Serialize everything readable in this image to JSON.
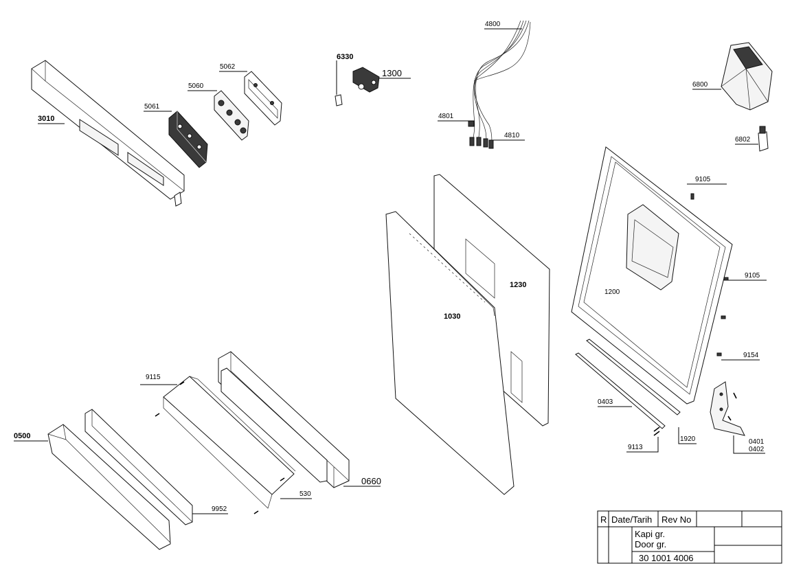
{
  "parts": [
    {
      "id": "p3010",
      "label": "3010"
    },
    {
      "id": "p5061",
      "label": "5061"
    },
    {
      "id": "p5060",
      "label": "5060"
    },
    {
      "id": "p5062",
      "label": "5062"
    },
    {
      "id": "p6330",
      "label": "6330"
    },
    {
      "id": "p1300",
      "label": "1300"
    },
    {
      "id": "p4800",
      "label": "4800"
    },
    {
      "id": "p4801",
      "label": "4801"
    },
    {
      "id": "p4810",
      "label": "4810"
    },
    {
      "id": "p6800",
      "label": "6800"
    },
    {
      "id": "p6802",
      "label": "6802"
    },
    {
      "id": "p9105a",
      "label": "9105"
    },
    {
      "id": "p9105b",
      "label": "9105"
    },
    {
      "id": "p1200",
      "label": "1200"
    },
    {
      "id": "p1230",
      "label": "1230"
    },
    {
      "id": "p1030",
      "label": "1030"
    },
    {
      "id": "p9154",
      "label": "9154"
    },
    {
      "id": "p0403",
      "label": "0403"
    },
    {
      "id": "p1920",
      "label": "1920"
    },
    {
      "id": "p9113",
      "label": "9113"
    },
    {
      "id": "p0401",
      "label": "0401"
    },
    {
      "id": "p0402",
      "label": "0402"
    },
    {
      "id": "p9115",
      "label": "9115"
    },
    {
      "id": "p0500",
      "label": "0500"
    },
    {
      "id": "p0660",
      "label": "0660"
    },
    {
      "id": "p530",
      "label": "530"
    },
    {
      "id": "p9952",
      "label": "9952"
    }
  ],
  "title_block": {
    "r": "R",
    "date": "Date/Tarih",
    "rev": "Rev No",
    "name_tr": "Kapi gr.",
    "name_en": "Door gr.",
    "number": "30 1001 4006"
  }
}
